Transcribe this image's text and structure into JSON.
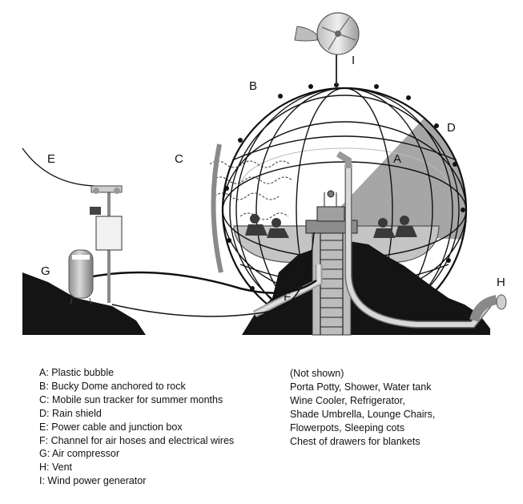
{
  "callouts": {
    "A": "A",
    "B": "B",
    "C": "C",
    "D": "D",
    "E": "E",
    "F": "F",
    "G": "G",
    "H": "H",
    "I": "I"
  },
  "legend": {
    "items": [
      "A: Plastic bubble",
      "B: Bucky Dome anchored to rock",
      "C: Mobile sun tracker for summer months",
      "D: Rain shield",
      "E: Power cable and junction box",
      "F: Channel for air hoses and electrical wires",
      "G: Air compressor",
      "H: Vent",
      "I: Wind power generator"
    ]
  },
  "not_shown": {
    "title": "(Not shown)",
    "items": [
      "Porta Potty, Shower, Water tank",
      "Wine Cooler, Refrigerator,",
      "Shade Umbrella, Lounge Chairs,",
      "Flowerpots, Sleeping cots",
      "Chest of drawers for blankets"
    ]
  }
}
